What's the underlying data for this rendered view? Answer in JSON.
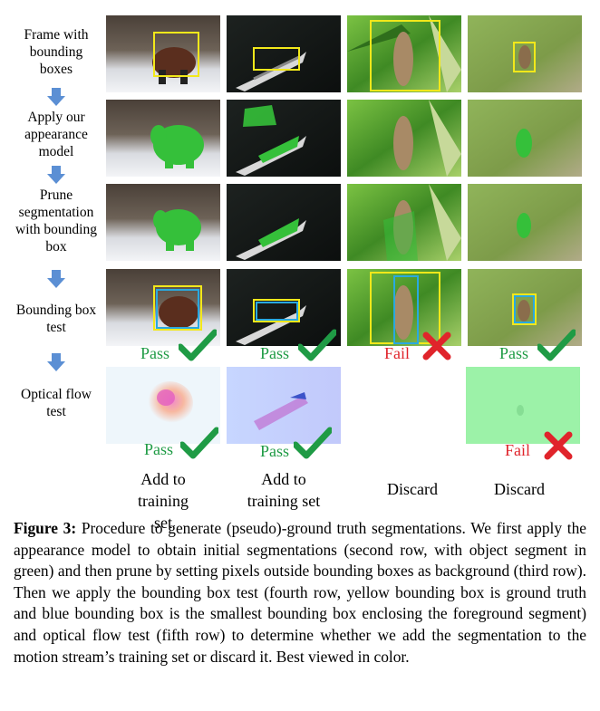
{
  "steps": [
    "Frame with bounding boxes",
    "Apply our appearance model",
    "Prune segmentation with bounding box",
    "Bounding box test",
    "Optical flow test"
  ],
  "bbox_test_results": [
    "Pass",
    "Pass",
    "Fail",
    "Pass"
  ],
  "flow_test_results": [
    "Pass",
    "Pass",
    "",
    "Fail"
  ],
  "outcomes": [
    "Add to training set",
    "Add to training set",
    "Discard",
    "Discard"
  ],
  "colors": {
    "segment_green": "#35c03a",
    "gt_box_yellow": "#f2e81a",
    "computed_box_blue": "#29a9e0",
    "arrow_blue": "#5b8fd4",
    "pass_green": "#1f9b45",
    "fail_red": "#e0242b"
  },
  "icons": [
    "arrow-down-icon",
    "checkmark-icon",
    "cross-icon"
  ],
  "caption": {
    "label": "Figure 3:",
    "text": "Procedure to generate (pseudo)-ground truth segmentations. We first apply the appearance model to obtain initial segmentations (second row, with object segment in green) and then prune by setting pixels outside bounding boxes as background (third row). Then we apply the bounding box test (fourth row, yellow bounding box is ground truth and blue bounding box is the smallest bounding box enclosing the foreground segment) and optical flow test (fifth row) to determine whether we add the segmentation to the motion stream’s training set or discard it. Best viewed in color."
  }
}
